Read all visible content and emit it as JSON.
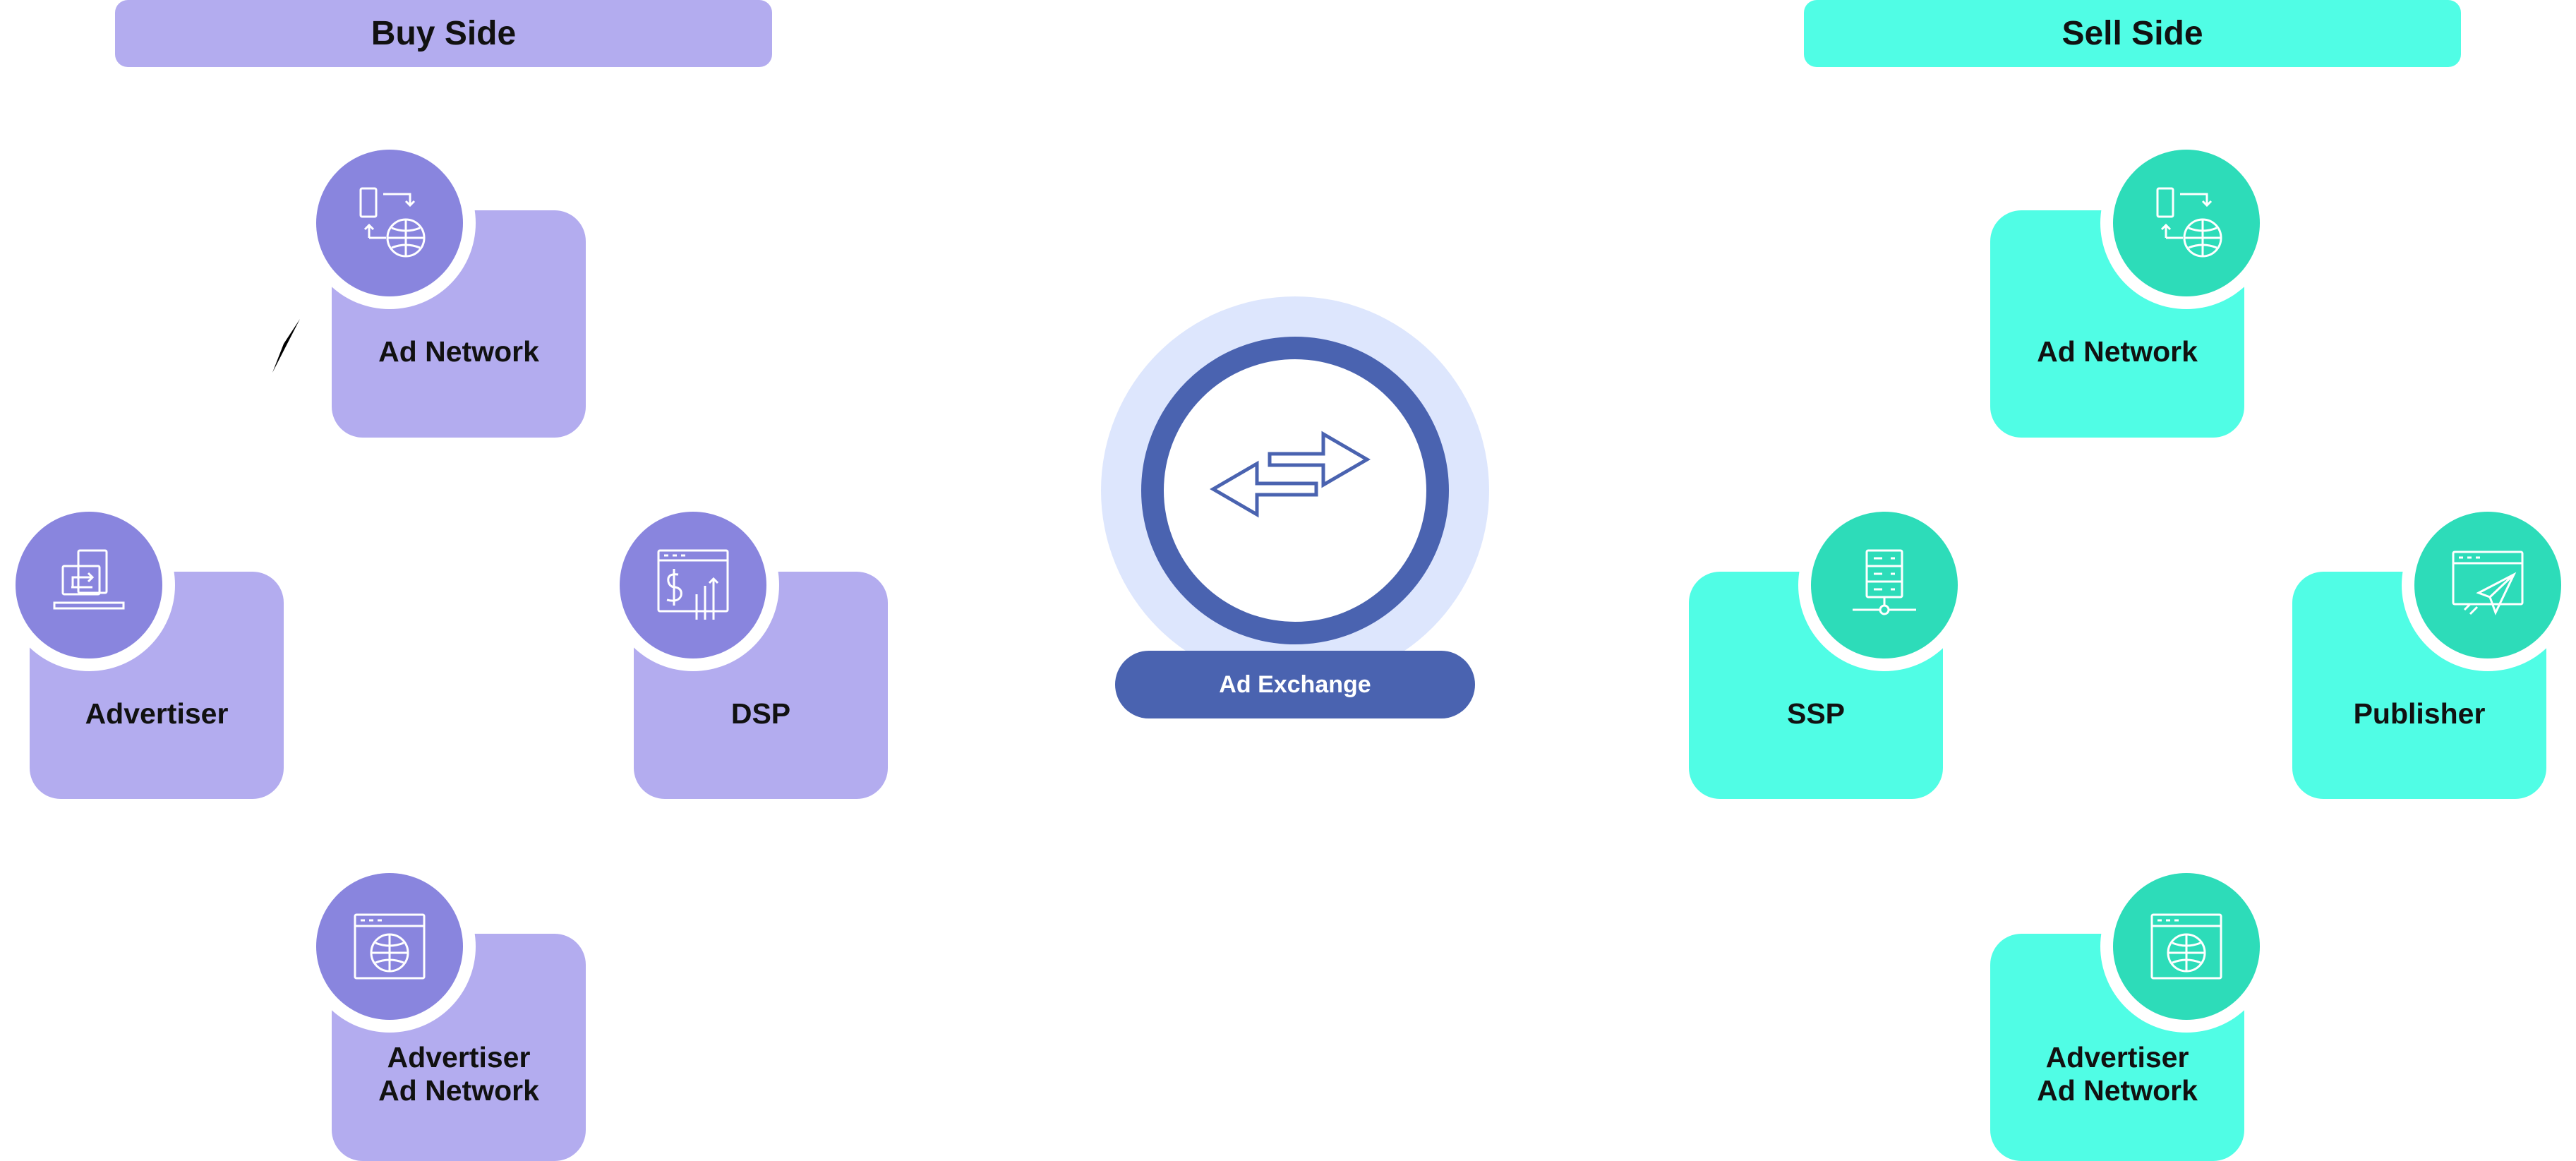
{
  "buy_side": {
    "title": "Buy Side",
    "advertiser": "Advertiser",
    "ad_network": "Ad Network",
    "dsp": "DSP",
    "advertiser_ad_network_line1": "Advertiser",
    "advertiser_ad_network_line2": "Ad Network"
  },
  "sell_side": {
    "title": "Sell Side",
    "publisher": "Publisher",
    "ad_network": "Ad Network",
    "ssp": "SSP",
    "advertiser_ad_network_line1": "Advertiser",
    "advertiser_ad_network_line2": "Ad Network"
  },
  "exchange": {
    "label": "Ad Exchange"
  },
  "colors": {
    "buy_card": "#b3acef",
    "buy_icon": "#8985de",
    "sell_card": "#50fde5",
    "sell_icon": "#2ddcb9",
    "exchange_dark": "#4a63b0",
    "exchange_light": "#dde6fd",
    "arrow": "#000000"
  },
  "icons": {
    "buy_advertiser": "laptop-exchange-icon",
    "buy_ad_network": "device-globe-exchange-icon",
    "buy_dsp": "dollar-chart-icon",
    "buy_advertiser_ad_network": "browser-globe-icon",
    "sell_ad_network": "device-globe-exchange-icon",
    "sell_ssp": "server-icon",
    "sell_publisher": "browser-send-icon",
    "sell_advertiser_ad_network": "browser-globe-icon",
    "exchange": "two-way-arrows-icon"
  }
}
